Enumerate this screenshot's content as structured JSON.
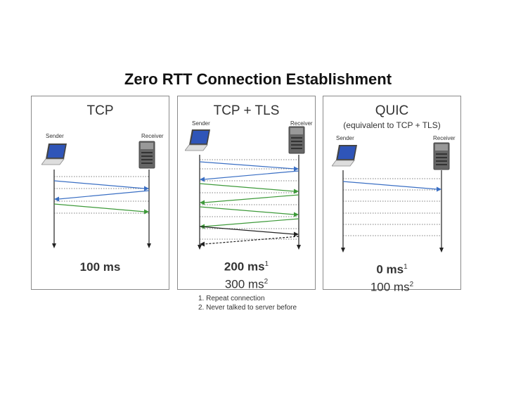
{
  "title": "Zero RTT Connection Establishment",
  "panels": {
    "tcp": {
      "title": "TCP",
      "sender_label": "Sender",
      "receiver_label": "Receiver",
      "timing_bold": "100 ms"
    },
    "tls": {
      "title": "TCP + TLS",
      "sender_label": "Sender",
      "receiver_label": "Receiver",
      "timing_bold": "200 ms",
      "timing_bold_sup": "1",
      "timing_normal": "300 ms",
      "timing_normal_sup": "2"
    },
    "quic": {
      "title": "QUIC",
      "subtitle": "(equivalent to TCP + TLS)",
      "sender_label": "Sender",
      "receiver_label": "Receiver",
      "timing_bold": "0 ms",
      "timing_bold_sup": "1",
      "timing_normal": "100 ms",
      "timing_normal_sup": "2"
    }
  },
  "footnotes": [
    "1. Repeat connection",
    "2. Never talked to server before"
  ],
  "colors": {
    "blue": "#3a6fc4",
    "green": "#3e9a3a",
    "black": "#222222",
    "screen": "#2f55b8"
  }
}
